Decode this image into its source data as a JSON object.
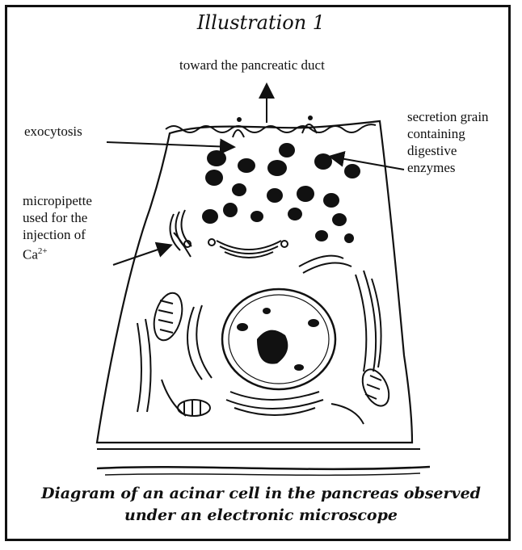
{
  "title": "Illustration 1",
  "labels": {
    "duct": "toward the pancreatic duct",
    "exocytosis": "exocytosis",
    "secretion_line1": "secretion grain",
    "secretion_line2": "containing",
    "secretion_line3": "digestive",
    "secretion_line4": "enzymes",
    "micro_line1": "micropipette",
    "micro_line2": "used for the",
    "micro_line3": "injection of",
    "micro_ion": "Ca",
    "micro_charge": "2+"
  },
  "caption": {
    "line1": "Diagram of an acinar cell in the pancreas observed",
    "line2": "under an electronic microscope"
  },
  "colors": {
    "ink": "#111111",
    "background": "#ffffff"
  }
}
